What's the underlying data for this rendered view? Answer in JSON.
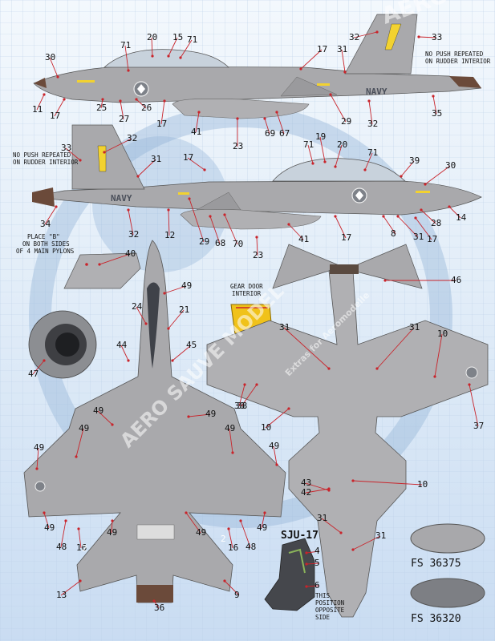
{
  "notes": {
    "no_push_top": [
      "NO PUSH REPEATED",
      "ON RUDDER INTERIOR"
    ],
    "no_push_left": [
      "NO PUSH REPEATED",
      "ON RUDDER INTERIOR"
    ],
    "place_b": [
      "PLACE \"B\"",
      "ON BOTH SIDES",
      "OF 4 MAIN PYLONS"
    ],
    "gear_door": [
      "GEAR DOOR",
      "INTERIOR"
    ],
    "seat_title": "SJU-17",
    "seat_note": [
      "THIS",
      "POSITION",
      "OPPOSITE",
      "SIDE"
    ]
  },
  "tail_text": "NAVY",
  "colors": {
    "fs36375_hex": "#a8a8ab",
    "fs36320_hex": "#7d7f84",
    "callout_red": "#c9242b",
    "background": "#dbe8f6"
  },
  "swatches": [
    {
      "label": "FS 36375"
    },
    {
      "label": "FS 36320"
    }
  ],
  "watermark": {
    "main": "AERO SAUVE MODEL",
    "sub": "Extras for Aeromodelle"
  },
  "callouts": {
    "top_profile": [
      "71",
      "20",
      "15",
      "71",
      "30",
      "11",
      "17",
      "25",
      "27",
      "26",
      "17",
      "41",
      "23",
      "69",
      "67",
      "29",
      "32",
      "35",
      "17",
      "31",
      "32",
      "33"
    ],
    "mid_profile": [
      "33",
      "32",
      "31",
      "17",
      "71",
      "19",
      "20",
      "71",
      "39",
      "30",
      "34",
      "32",
      "12",
      "29",
      "68",
      "70",
      "23",
      "41",
      "17",
      "8",
      "31",
      "17",
      "28",
      "14"
    ],
    "pylon": [
      "40"
    ],
    "bottom_left": [
      "49",
      "24",
      "21",
      "44",
      "45",
      "47",
      "49",
      "49",
      "49",
      "49",
      "49",
      "49",
      "49",
      "48",
      "16",
      "49",
      "49",
      "49",
      "13",
      "36",
      "9",
      "16",
      "48",
      "38",
      "2",
      "2"
    ],
    "bottom_right": [
      "46",
      "31",
      "31",
      "10",
      "10",
      "38",
      "37",
      "10",
      "43",
      "42",
      "31",
      "31",
      "4",
      "5",
      "6"
    ]
  }
}
